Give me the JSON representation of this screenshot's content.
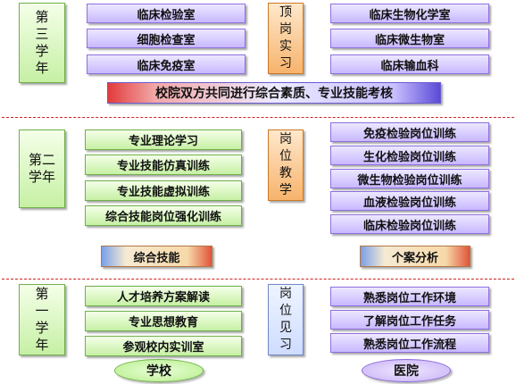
{
  "year3": {
    "label": [
      "第",
      "三",
      "学",
      "年"
    ],
    "school_items": [
      "临床检验室",
      "细胞检查室",
      "临床免疫室"
    ],
    "bridge": [
      "顶",
      "岗",
      "实",
      "习"
    ],
    "hospital_items": [
      "临床生物化学室",
      "临床微生物室",
      "临床输血科"
    ],
    "banner": "校院双方共同进行综合素质、专业技能考核"
  },
  "year2": {
    "label": [
      "第二",
      "学年"
    ],
    "school_items": [
      "专业理论学习",
      "专业技能仿真训练",
      "专业技能虚拟训练",
      "综合技能岗位强化训练"
    ],
    "bridge": [
      "岗",
      "位",
      "教",
      "学"
    ],
    "hospital_items": [
      "免疫检验岗位训练",
      "生化检验岗位训练",
      "微生物检验岗位训练",
      "血液检验岗位训练",
      "临床检验岗位训练"
    ],
    "school_summary": "综合技能",
    "hospital_summary": "个案分析"
  },
  "year1": {
    "label": [
      "第",
      "一",
      "学",
      "年"
    ],
    "school_items": [
      "人才培养方案解读",
      "专业思想教育",
      "参观校内实训室"
    ],
    "bridge": [
      "岗",
      "位",
      "见",
      "习"
    ],
    "hospital_items": [
      "熟悉岗位工作环境",
      "了解岗位工作任务",
      "熟悉岗位工作流程"
    ]
  },
  "footer": {
    "school": "学校",
    "hospital": "医院"
  }
}
